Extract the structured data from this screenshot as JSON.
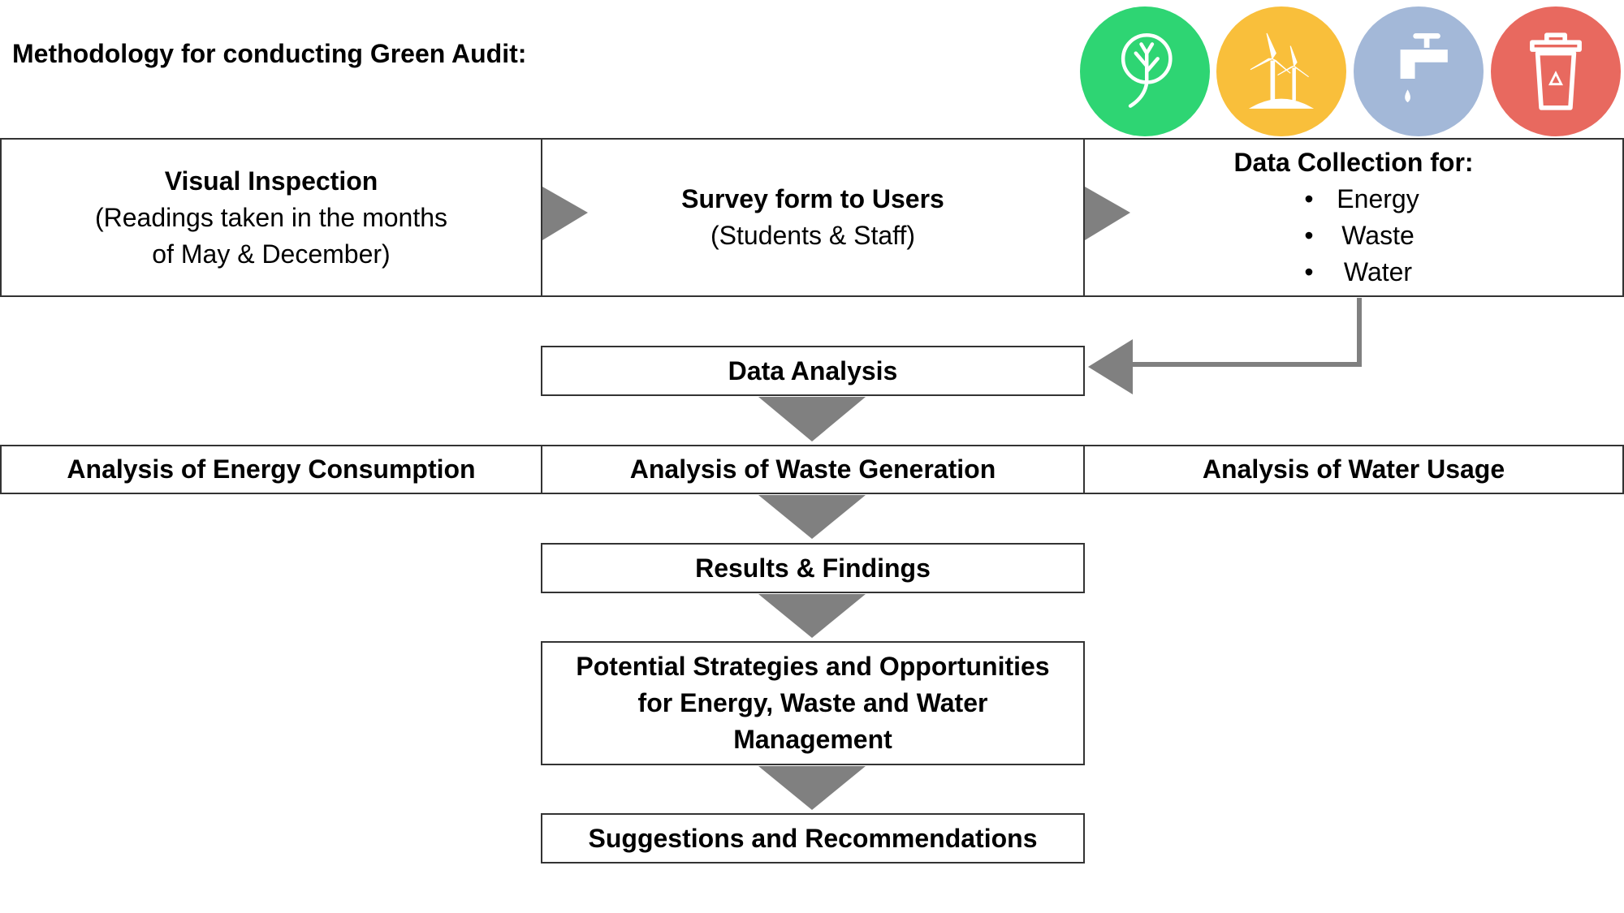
{
  "title": "Methodology for conducting Green Audit:",
  "icons": [
    {
      "name": "tree-icon",
      "color": "#2ed573"
    },
    {
      "name": "wind-turbine-icon",
      "color": "#f9bf3b"
    },
    {
      "name": "water-tap-icon",
      "color": "#a3b8d8"
    },
    {
      "name": "recycle-bin-icon",
      "color": "#e8695f"
    }
  ],
  "row1": {
    "visual_inspection": {
      "title": "Visual Inspection",
      "line1": "(Readings taken in the months",
      "line2": "of May & December)"
    },
    "survey": {
      "title": "Survey form to Users",
      "subtitle": "(Students & Staff)"
    },
    "data_collection": {
      "title": "Data Collection for:",
      "items": [
        "Energy",
        "Waste",
        "Water"
      ]
    }
  },
  "data_analysis": "Data Analysis",
  "analysis": {
    "energy": "Analysis of Energy Consumption",
    "waste": "Analysis of Waste Generation",
    "water": "Analysis of Water Usage"
  },
  "results": "Results & Findings",
  "strategies": {
    "line1": "Potential Strategies and Opportunities",
    "line2": "for Energy, Waste and Water",
    "line3": "Management"
  },
  "suggestions": "Suggestions and Recommendations",
  "colors": {
    "arrow": "#808080",
    "border": "#333333"
  }
}
